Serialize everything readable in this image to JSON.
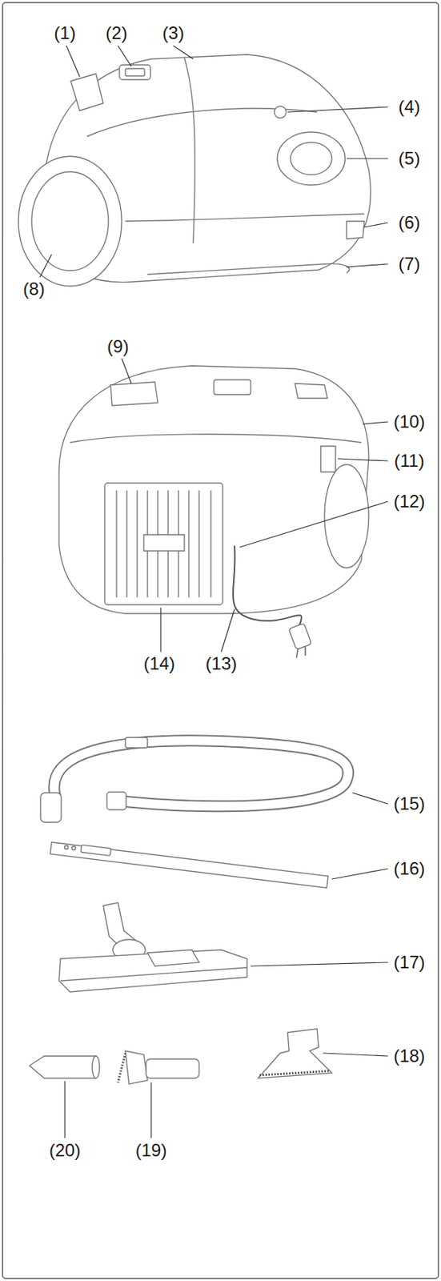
{
  "diagram": {
    "labels": [
      "(1)",
      "(2)",
      "(3)",
      "(4)",
      "(5)",
      "(6)",
      "(7)",
      "(8)",
      "(9)",
      "(10)",
      "(11)",
      "(12)",
      "(14)",
      "(13)",
      "(15)",
      "(16)",
      "(17)",
      "(18)",
      "(19)",
      "(20)"
    ]
  }
}
